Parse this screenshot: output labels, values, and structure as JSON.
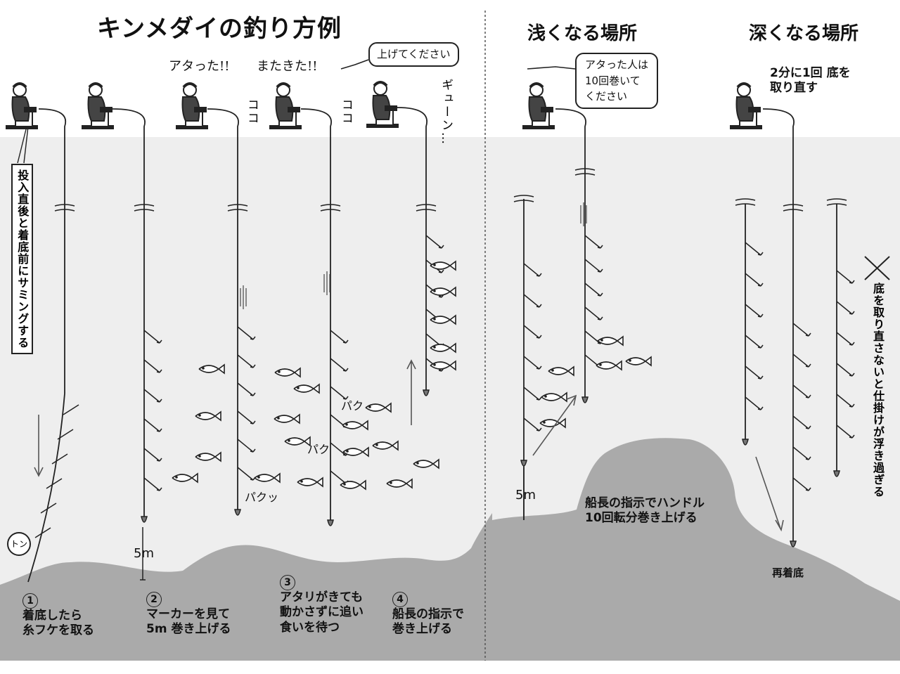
{
  "title": "キンメダイの釣り方例",
  "subtitle_shallow": "浅くなる場所",
  "subtitle_deep": "深くなる場所",
  "shout_hit1": "アタった!!",
  "shout_hit2": "またきた!!",
  "bubble_raise": "上げてください",
  "bubble_hit_line1": "アタった人は",
  "bubble_hit_line2": "10回巻いて",
  "bubble_hit_line3": "ください",
  "reset_line1": "2分に1回 底を",
  "reset_line2": "取り直す",
  "thumbing_note": "投入直後と着底前にサミングする",
  "knock": "トン",
  "sfx_koko": "ココ",
  "sfx_koko2": "ココ",
  "sfx_gyuin": "ギューン…",
  "sfx_paku1": "パク",
  "sfx_paku2": "パク",
  "sfx_paku3": "パクッ",
  "depth_5m_a": "5m",
  "depth_5m_b": "5m",
  "steps": [
    {
      "num": "1",
      "line1": "着底したら",
      "line2": "糸フケを取る",
      "line3": ""
    },
    {
      "num": "2",
      "line1": "マーカーを見て",
      "line2": "5m 巻き上げる",
      "line3": ""
    },
    {
      "num": "3",
      "line1": "アタリがきても",
      "line2": "動かさずに追い",
      "line3": "食いを待つ"
    },
    {
      "num": "4",
      "line1": "船長の指示で",
      "line2": "巻き上げる",
      "line3": ""
    }
  ],
  "captain_line1": "船長の指示でハンドル",
  "captain_line2": "10回転分巻き上げる",
  "rebottom": "再着底",
  "fail_note": "底を取り直さないと仕掛けが浮き過ぎる",
  "colors": {
    "water": "#eeeeee",
    "seabed": "#aaaaaa",
    "ink": "#222222"
  }
}
